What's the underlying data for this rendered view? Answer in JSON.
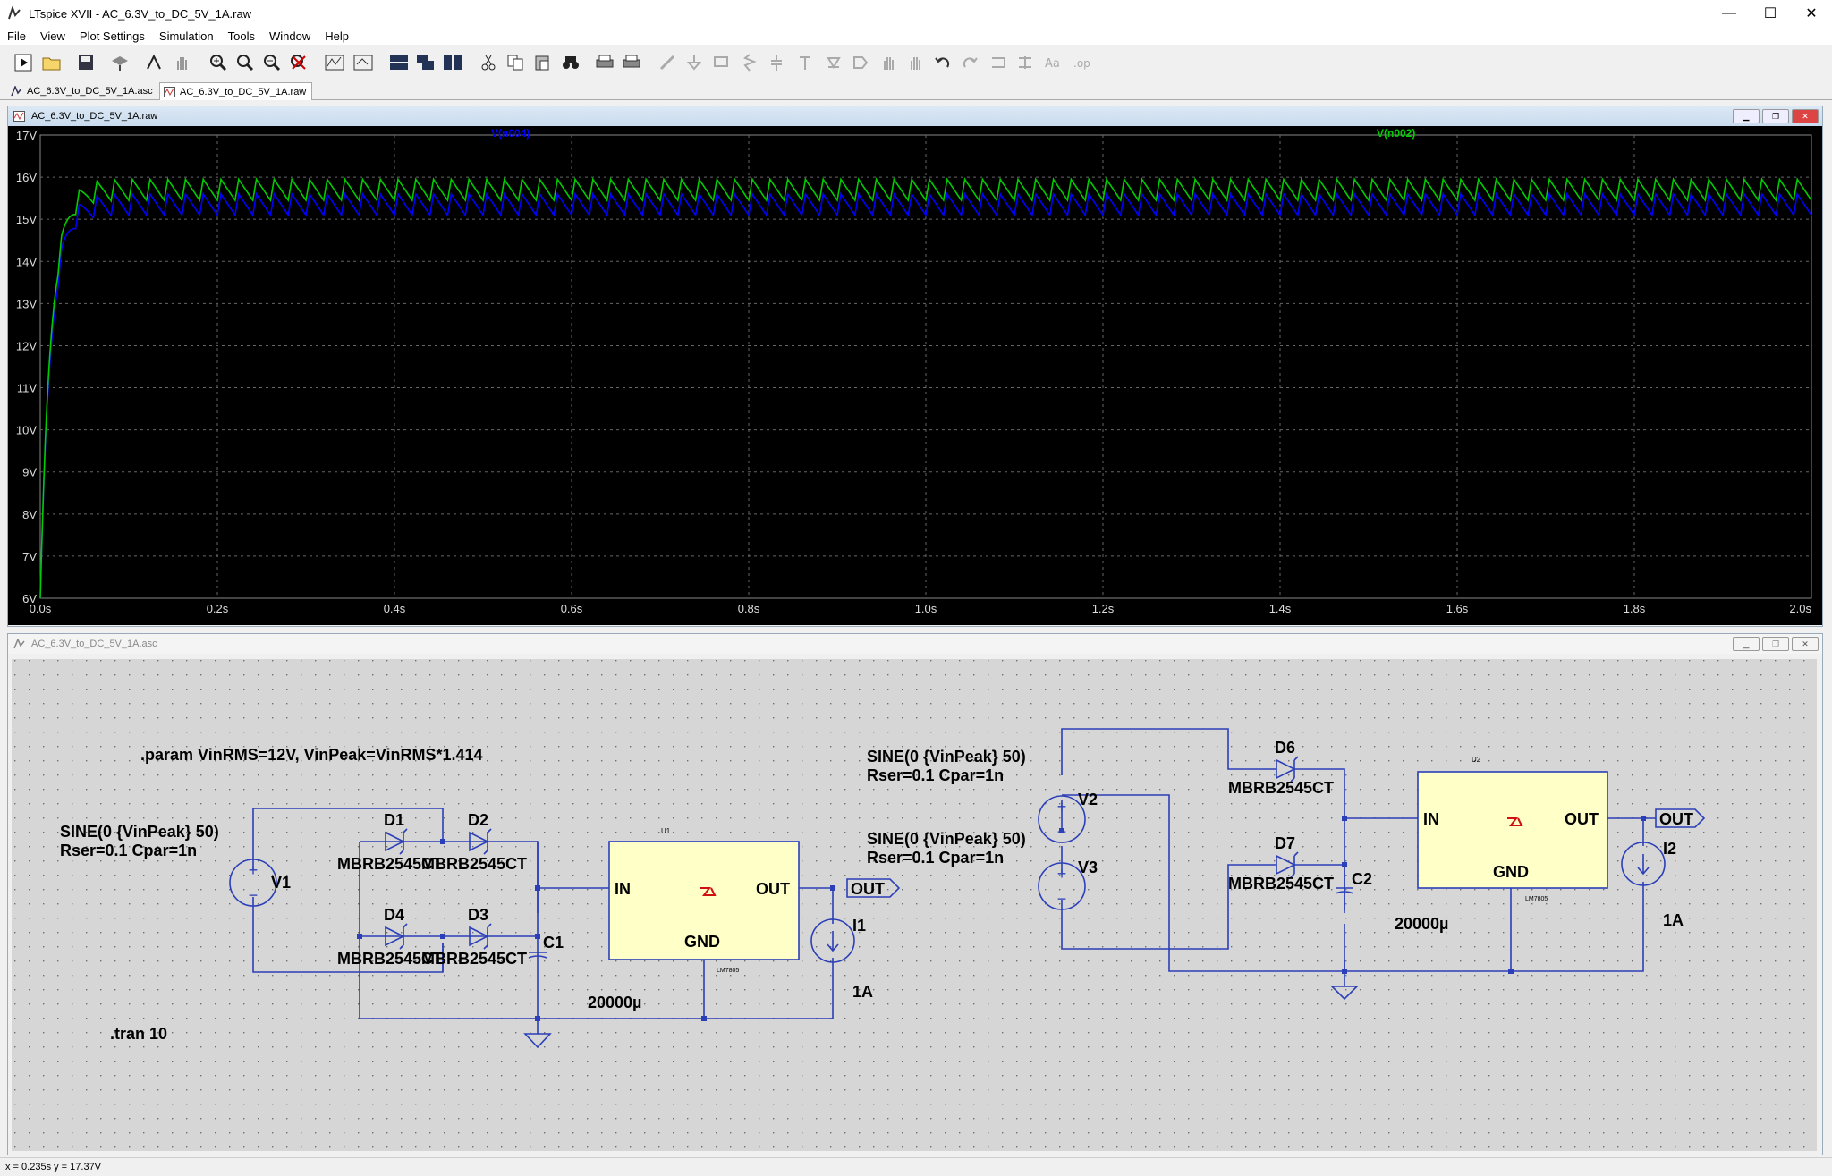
{
  "window": {
    "title": "LTspice XVII - AC_6.3V_to_DC_5V_1A.raw",
    "minimize": "—",
    "maximize": "☐",
    "close": "✕"
  },
  "menu": [
    "File",
    "View",
    "Plot Settings",
    "Simulation",
    "Tools",
    "Window",
    "Help"
  ],
  "tabs": [
    {
      "label": "AC_6.3V_to_DC_5V_1A.asc",
      "active": false
    },
    {
      "label": "AC_6.3V_to_DC_5V_1A.raw",
      "active": true
    }
  ],
  "plot_window": {
    "title": "AC_6.3V_to_DC_5V_1A.raw"
  },
  "schematic_window": {
    "title": "AC_6.3V_to_DC_5V_1A.asc"
  },
  "colors": {
    "trace1": "#0000ff",
    "trace2": "#00cc00",
    "plot_bg": "#000000",
    "wire": "#2b3fb8",
    "regulator": "#ffffc8"
  },
  "chart_data": {
    "type": "line",
    "title": "",
    "xlabel": "",
    "ylabel": "",
    "xlim": [
      0,
      2.0
    ],
    "ylim": [
      6,
      17
    ],
    "x_ticks": [
      "0.0s",
      "0.2s",
      "0.4s",
      "0.6s",
      "0.8s",
      "1.0s",
      "1.2s",
      "1.4s",
      "1.6s",
      "1.8s",
      "2.0s"
    ],
    "y_ticks": [
      "6V",
      "7V",
      "8V",
      "9V",
      "10V",
      "11V",
      "12V",
      "13V",
      "14V",
      "15V",
      "16V",
      "17V"
    ],
    "grid": true,
    "legend_position": "top",
    "series": [
      {
        "name": "V(n004)",
        "color": "#0000ff",
        "steady_max": 15.6,
        "steady_min": 15.1,
        "ripple_hz": 50
      },
      {
        "name": "V(n002)",
        "color": "#00cc00",
        "steady_max": 15.95,
        "steady_min": 15.45,
        "ripple_hz": 50
      }
    ]
  },
  "schematic": {
    "param_text": ".param VinRMS=12V, VinPeak=VinRMS*1.414",
    "tran_text": ".tran 10",
    "v1_source": "SINE(0 {VinPeak} 50)",
    "v1_rser": "Rser=0.1 Cpar=1n",
    "v1": "V1",
    "d1": "D1",
    "d2": "D2",
    "d3": "D3",
    "d4": "D4",
    "d6": "D6",
    "d7": "D7",
    "diode_model": "MBRB2545CT",
    "c1": "C1",
    "c2": "C2",
    "cap_value": "20000µ",
    "u1": "U1",
    "u2": "U2",
    "reg_model": "LM7805",
    "reg_in": "IN",
    "reg_out": "OUT",
    "reg_gnd": "GND",
    "out_label": "OUT",
    "i1": "I1",
    "i2": "I2",
    "current": "1A",
    "v2": "V2",
    "v3": "V3",
    "v2_source": "SINE(0 {VinPeak} 50)",
    "v2_rser": "Rser=0.1 Cpar=1n",
    "v3_source": "SINE(0 {VinPeak} 50)",
    "v3_rser": "Rser=0.1 Cpar=1n"
  },
  "status": "x = 0.235s    y = 17.37V"
}
